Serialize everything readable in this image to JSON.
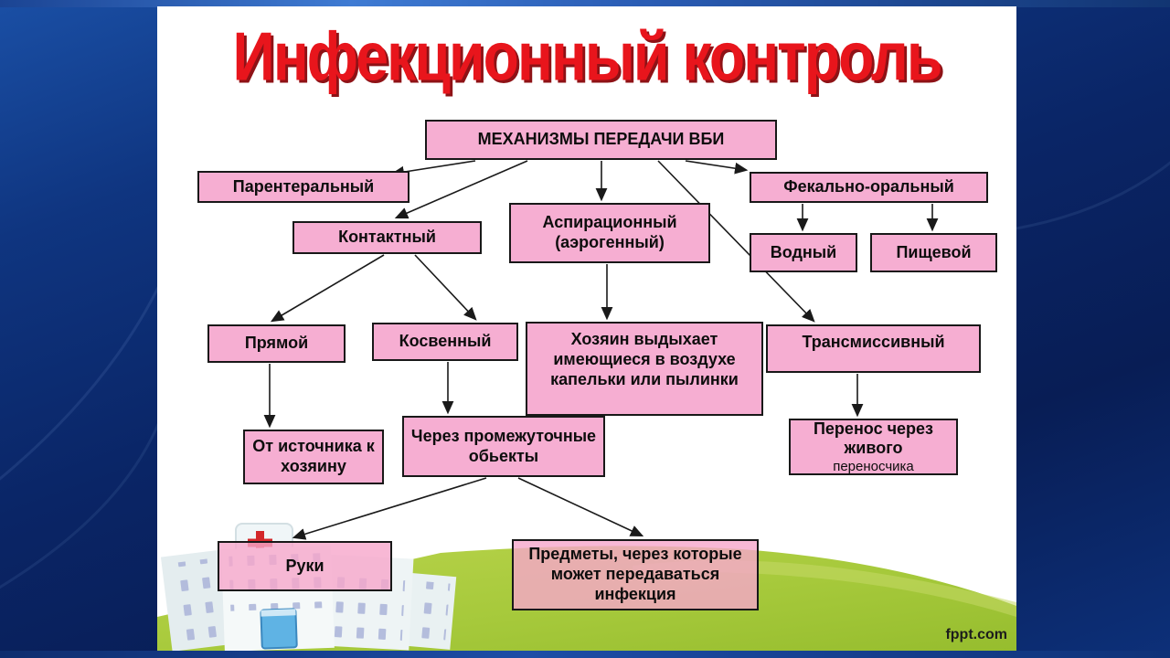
{
  "title": "Инфекционный контроль",
  "watermark": "fppt.com",
  "colors": {
    "title_red": "#e8151c",
    "box_pink": "#f6aed2",
    "box_border": "#181818",
    "hill_green": "#a6c93b",
    "hill_light_green": "#c4d966",
    "background_navy": "#0a2566",
    "arrow_black": "#1a1a1a"
  },
  "diagram": {
    "nodes": {
      "root": {
        "label": "МЕХАНИЗМЫ ПЕРЕДАЧИ ВБИ"
      },
      "parenteral": {
        "label": "Парентеральный"
      },
      "contact": {
        "label": "Контактный"
      },
      "aspiration": {
        "label": "Аспирационный (аэрогенный)"
      },
      "fecal_oral": {
        "label": "Фекально-оральный"
      },
      "water": {
        "label": "Водный"
      },
      "food": {
        "label": "Пищевой"
      },
      "direct": {
        "label": "Прямой"
      },
      "indirect": {
        "label": "Косвенный"
      },
      "host_exhales": {
        "label": "Хозяин выдыхает имеющиеся в воздухе капельки или пылинки"
      },
      "transmissive": {
        "label": "Трансмиссивный"
      },
      "from_source": {
        "label": "От источника к хозяину"
      },
      "via_objects": {
        "label": "Через промежуточные обьекты"
      },
      "carrier": {
        "label": "Перенос через живого",
        "sublabel": "переносчика"
      },
      "hands": {
        "label": "Руки"
      },
      "objects": {
        "label": "Предметы, через которые может передаваться инфекция"
      }
    },
    "edges": [
      {
        "from": "root",
        "to": "parenteral"
      },
      {
        "from": "root",
        "to": "contact"
      },
      {
        "from": "root",
        "to": "aspiration"
      },
      {
        "from": "root",
        "to": "fecal_oral"
      },
      {
        "from": "root",
        "to": "transmissive"
      },
      {
        "from": "fecal_oral",
        "to": "water"
      },
      {
        "from": "fecal_oral",
        "to": "food"
      },
      {
        "from": "contact",
        "to": "direct"
      },
      {
        "from": "contact",
        "to": "indirect"
      },
      {
        "from": "aspiration",
        "to": "host_exhales"
      },
      {
        "from": "direct",
        "to": "from_source"
      },
      {
        "from": "indirect",
        "to": "via_objects"
      },
      {
        "from": "transmissive",
        "to": "carrier"
      },
      {
        "from": "via_objects",
        "to": "hands"
      },
      {
        "from": "via_objects",
        "to": "objects"
      }
    ]
  }
}
